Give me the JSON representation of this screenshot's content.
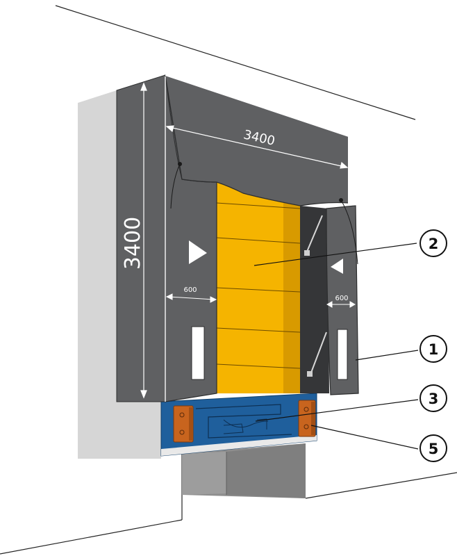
{
  "dimensions": {
    "top_width": "3400",
    "height": "3400",
    "left_seal_width": "600",
    "right_seal_width": "600"
  },
  "callouts": [
    {
      "label": "2"
    },
    {
      "label": "1"
    },
    {
      "label": "3"
    },
    {
      "label": "5"
    }
  ],
  "colors": {
    "curtain": "#5f6062",
    "curtain_dark": "#3a3b3d",
    "door": "#f5b400",
    "door_shade": "#d89a00",
    "leveler": "#1f5f9c",
    "bumper": "#c8641e",
    "wall_shadow": "#d6d6d6",
    "pit": "#8e8e8e"
  },
  "icons": [
    "arrow-right-marker-icon",
    "arrow-left-marker-icon"
  ]
}
